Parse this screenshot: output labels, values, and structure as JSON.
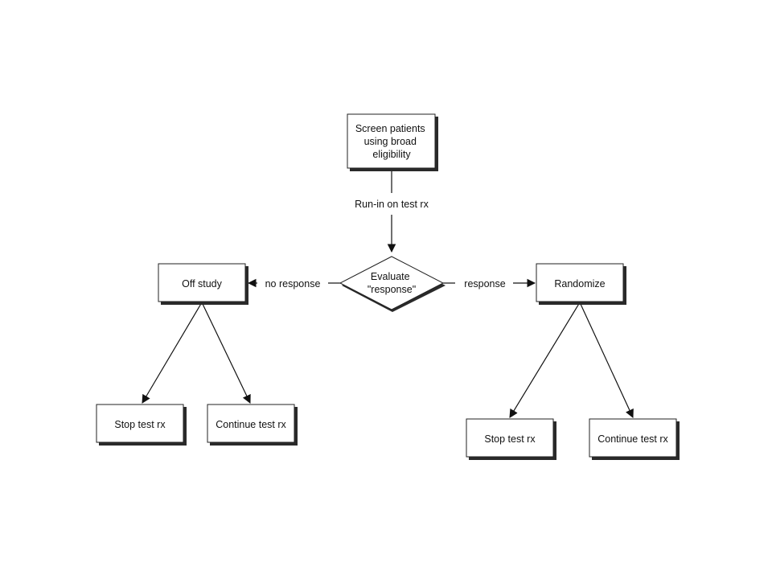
{
  "nodes": {
    "screen": [
      "Screen patients",
      "using broad",
      "eligibility"
    ],
    "evaluate": [
      "Evaluate",
      "\"response\""
    ],
    "off_study": "Off study",
    "randomize": "Randomize",
    "stop_left": "Stop test rx",
    "continue_left": "Continue test rx",
    "stop_right": "Stop test rx",
    "continue_right": "Continue test rx"
  },
  "edges": {
    "run_in": "Run-in on test rx",
    "no_response": "no response",
    "response": "response"
  },
  "colors": {
    "stroke": "#111111",
    "fill": "#ffffff",
    "shadow": "#2a2a2a"
  }
}
